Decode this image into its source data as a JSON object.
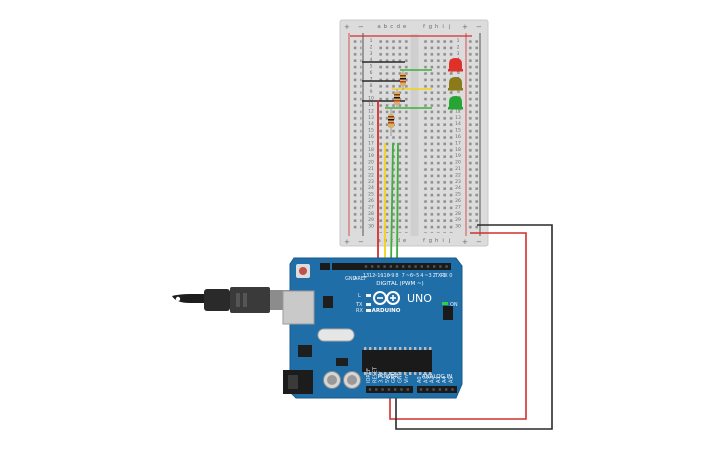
{
  "breadboard": {
    "columns_left": [
      "a",
      "b",
      "c",
      "d",
      "e"
    ],
    "columns_right": [
      "f",
      "g",
      "h",
      "i",
      "j"
    ],
    "rail_plus": "+",
    "rail_minus": "−",
    "rows": 30,
    "row_labels": [
      "1",
      "2",
      "3",
      "4",
      "5",
      "6",
      "7",
      "8",
      "9",
      "10",
      "11",
      "12",
      "13",
      "14",
      "15",
      "16",
      "17",
      "18",
      "19",
      "20",
      "21",
      "22",
      "23",
      "24",
      "25",
      "26",
      "27",
      "28",
      "29",
      "30"
    ]
  },
  "leds": [
    {
      "name": "red-led",
      "color": "#e0302a"
    },
    {
      "name": "yellow-led",
      "color": "#8a7a18"
    },
    {
      "name": "green-led",
      "color": "#27a534"
    }
  ],
  "wire_colors": {
    "red": "#d32f2f",
    "black": "#2a2a2a",
    "yellow": "#f2d21b",
    "green": "#3fae3a"
  },
  "arduino": {
    "board_color": "#1f6ea8",
    "brand": "ARDUINO",
    "model": "UNO",
    "digital_label": "DIGITAL (PWM ~)",
    "power_label": "POWER",
    "analog_label": "ANALOG IN",
    "on_label": "ON",
    "tx_label": "TX",
    "rx_label": "RX",
    "l_label": "L",
    "aref_label": "AREF",
    "gnd_label": "GND",
    "digital_pins": [
      "13",
      "12",
      "~11",
      "~10",
      "~9",
      "8",
      "7",
      "~6",
      "~5",
      "4",
      "~3",
      "2",
      "TX 1",
      "RX 0"
    ],
    "power_pins": [
      "IOREF",
      "RESET",
      "3.3V",
      "5V",
      "GND",
      "GND",
      "Vin"
    ],
    "analog_pins": [
      "A0",
      "A1",
      "A2",
      "A3",
      "A4",
      "A5"
    ]
  }
}
